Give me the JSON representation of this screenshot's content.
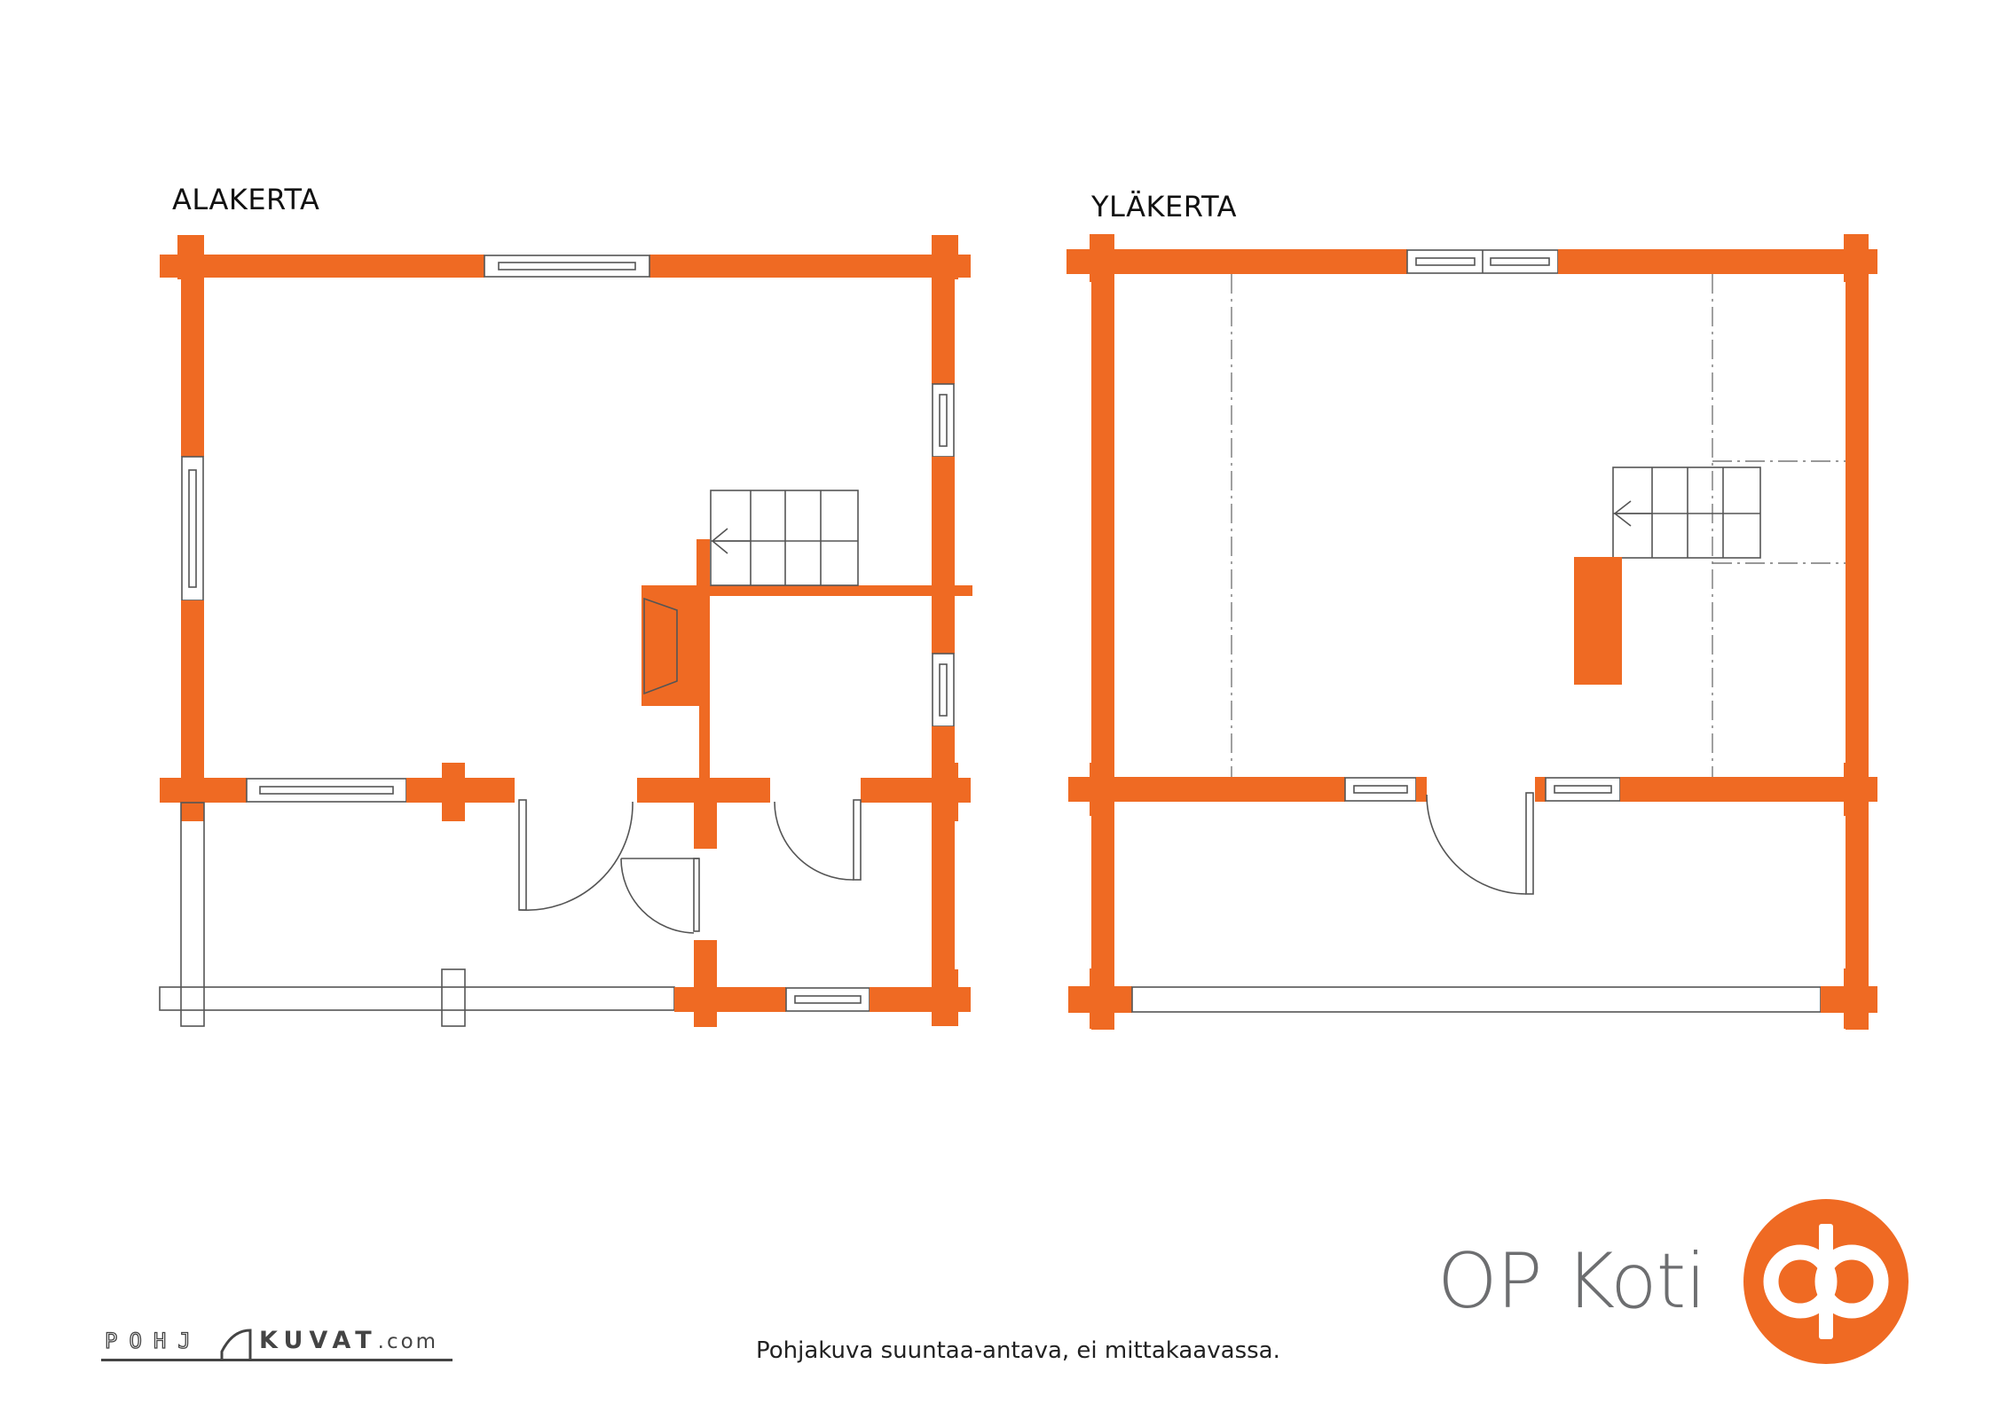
{
  "floors": [
    {
      "title": "ALAKERTA"
    },
    {
      "title": "YLÄKERTA"
    }
  ],
  "disclaimer": "Pohjakuva suuntaa-antava, ei mittakaavassa.",
  "brand": {
    "name": "OP Koti",
    "accent_color": "#ef6a23",
    "logo_icon": "op-logo-icon"
  },
  "watermark": {
    "left": "POHJ",
    "right": "KUVAT",
    "suffix": ".com"
  }
}
